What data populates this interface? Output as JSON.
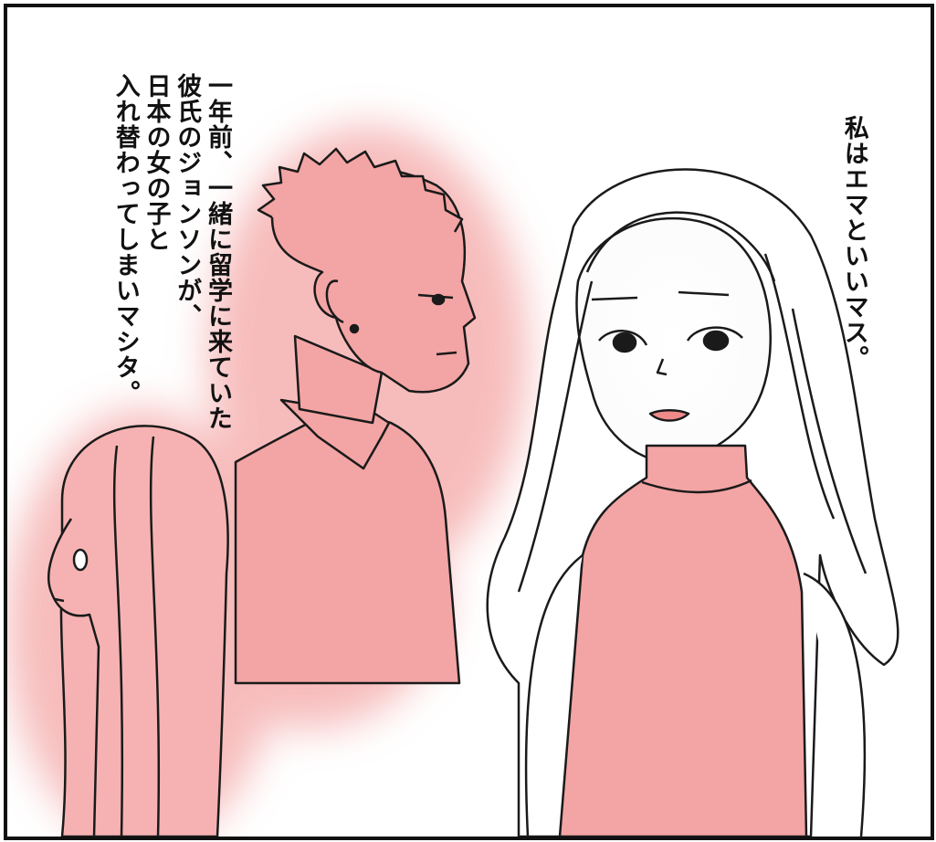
{
  "panel": {
    "narration_lines": [
      "一年前、一緒に留学に来ていた",
      "彼氏のジョンソンが、",
      "日本の女の子と",
      "入れ替わってしまいマシタ。"
    ],
    "speech": "私はエマといいマス。"
  },
  "colors": {
    "pink_fill": "#f4a8a8",
    "pink_glow": "#f6b5b5",
    "ink": "#111111"
  }
}
